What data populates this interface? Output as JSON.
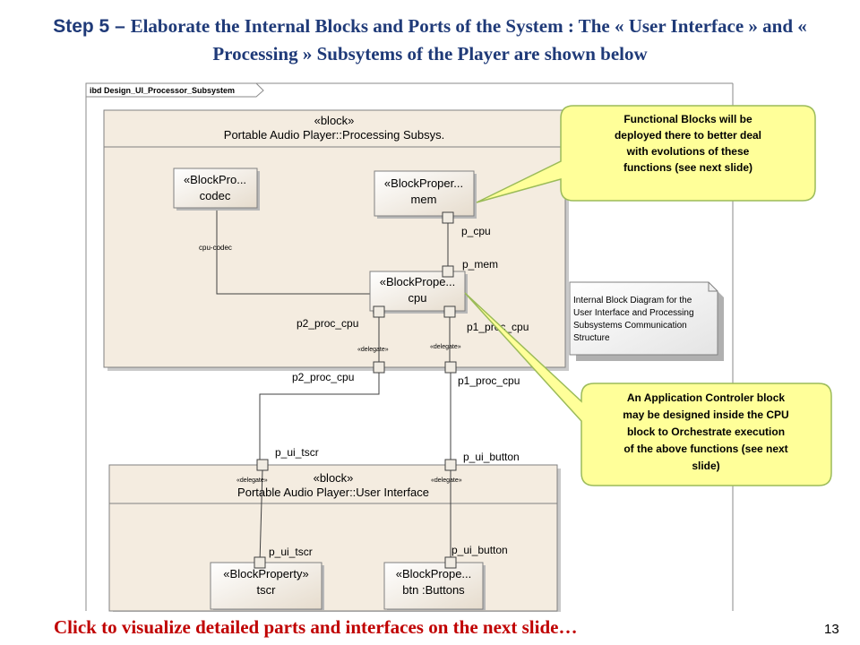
{
  "title": {
    "lead": "Step 5 – ",
    "rest": "Elaborate the Internal Blocks and Ports of the System : The « User Interface » and « Processing » Subsytems of the Player are shown below"
  },
  "diagram": {
    "frame_label": "ibd Design_UI_Processor_Subsystem",
    "processing": {
      "stereotype": "«block»",
      "name": "Portable Audio Player::Processing Subsys."
    },
    "ui": {
      "stereotype": "«block»",
      "name": "Portable Audio Player::User Interface"
    },
    "parts": {
      "codec": {
        "stereotype": "«BlockPro...",
        "name": "codec"
      },
      "mem": {
        "stereotype": "«BlockProper...",
        "name": "mem"
      },
      "cpu": {
        "stereotype": "«BlockPrope...",
        "name": "cpu"
      },
      "tscr": {
        "stereotype": "«BlockProperty»",
        "name": "tscr"
      },
      "btn": {
        "stereotype": "«BlockPrope...",
        "name": "btn :Buttons"
      }
    },
    "connector_label": "cpu-codec",
    "delegate": "«delegate»",
    "ports": {
      "p_cpu": "p_cpu",
      "p_mem": "p_mem",
      "p2_proc_cpu_inner": "p2_proc_cpu",
      "p1_proc_cpu_inner": "p1_proc_cpu",
      "p2_proc_cpu_outer": "p2_proc_cpu",
      "p1_proc_cpu_outer": "p1_proc_cpu",
      "p_ui_tscr_outer": "p_ui_tscr",
      "p_ui_button_outer": "p_ui_button",
      "p_ui_tscr_inner": "p_ui_tscr",
      "p_ui_button_inner": "p_ui_button"
    },
    "note": [
      "Internal Block Diagram for the",
      "User Interface and Processing",
      "Subsystems Communication",
      "Structure"
    ]
  },
  "callouts": {
    "functional": [
      "Functional Blocks will be",
      "deployed there to better  deal",
      "with evolutions of these",
      "functions (see next slide)"
    ],
    "app_controller": [
      "An Application Controler block",
      "may be designed inside the CPU",
      "block to Orchestrate  execution",
      "of the above  functions (see next",
      "slide)"
    ]
  },
  "footer": "Click to visualize detailed parts and interfaces on the next slide…",
  "page_number": "13",
  "colors": {
    "title": "#1f3a78",
    "footer": "#c00000",
    "callout_fill": "#ffff99",
    "block_fill": "#f4ece0"
  }
}
